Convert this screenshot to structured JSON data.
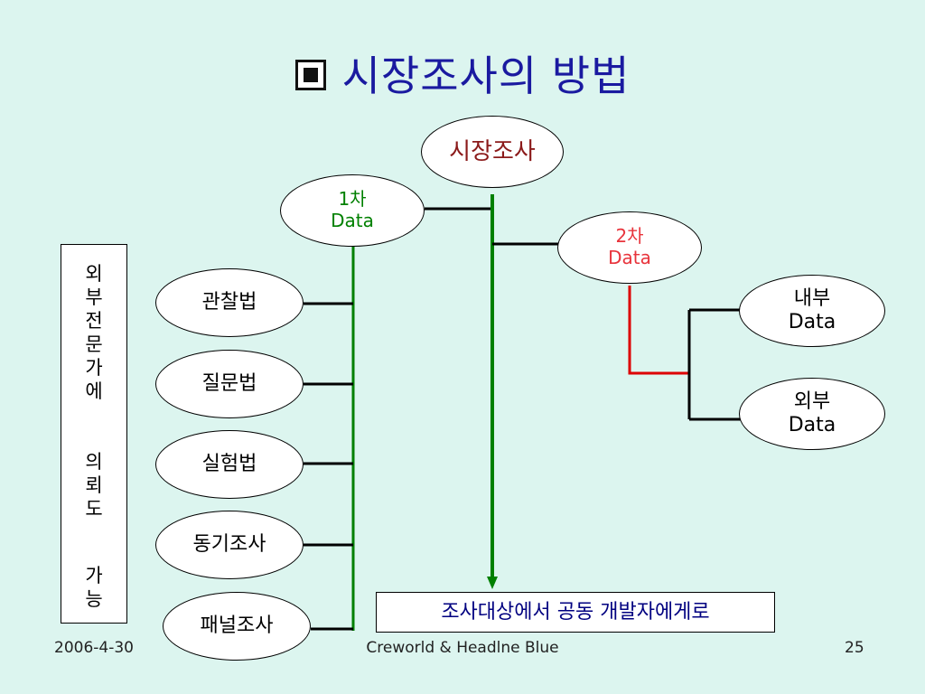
{
  "title": "시장조사의 방법",
  "diagram": {
    "root": "시장조사",
    "primary": {
      "label_line1": "1차",
      "label_line2": "Data"
    },
    "secondary": {
      "label_line1": "2차",
      "label_line2": "Data"
    },
    "methods": [
      "관찰법",
      "질문법",
      "실험법",
      "동기조사",
      "패널조사"
    ],
    "secondary_children": [
      {
        "line1": "내부",
        "line2": "Data"
      },
      {
        "line1": "외부",
        "line2": "Data"
      }
    ],
    "side_note_chars": [
      "외",
      "부",
      "전",
      "문",
      "가",
      "에",
      "의",
      "뢰",
      "도",
      "가",
      "능"
    ],
    "result": "조사대상에서 공동 개발자에게로"
  },
  "colors": {
    "title": "#1a1aa0",
    "root_text": "#8b1a1a",
    "primary_text": "#008000",
    "secondary_text": "#e8343c",
    "green_line": "#008000",
    "red_line": "#dd0000",
    "result_text": "#000080",
    "background": "#dcf5ef"
  },
  "footer": {
    "date": "2006-4-30",
    "center": "Creworld & Headlne Blue",
    "page": "25"
  }
}
